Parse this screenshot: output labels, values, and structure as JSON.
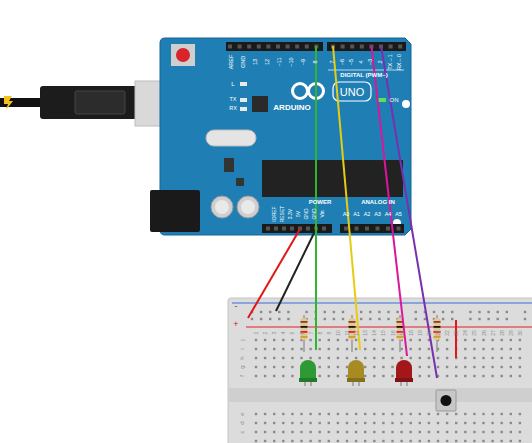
{
  "diagram": {
    "labels": [
      "AREF",
      "GND",
      "13",
      "12",
      "~11",
      "~10",
      "~9",
      "8",
      "7",
      "~6",
      "~5",
      "4",
      "~3",
      "2",
      "TX→1",
      "RX←0",
      "DIGITAL (PWM~)",
      "L",
      "TX",
      "RX",
      "ARDUINO",
      "UNO",
      "ON",
      "IOREF",
      "RESET",
      "3.3V",
      "5V",
      "GND",
      "GND",
      "Vin",
      "POWER",
      "ANALOG IN",
      "A0",
      "A1",
      "A2",
      "A3",
      "A4",
      "A5",
      "-",
      "+",
      "1",
      "2",
      "3",
      "4",
      "5",
      "6",
      "7",
      "8",
      "9",
      "10",
      "11",
      "12",
      "13",
      "14",
      "15",
      "16",
      "17",
      "18",
      "19",
      "20",
      "21",
      "22",
      "23",
      "24",
      "25",
      "26",
      "27",
      "28",
      "29",
      "30",
      "j",
      "i",
      "h",
      "g",
      "f",
      "e",
      "d",
      "c"
    ]
  }
}
